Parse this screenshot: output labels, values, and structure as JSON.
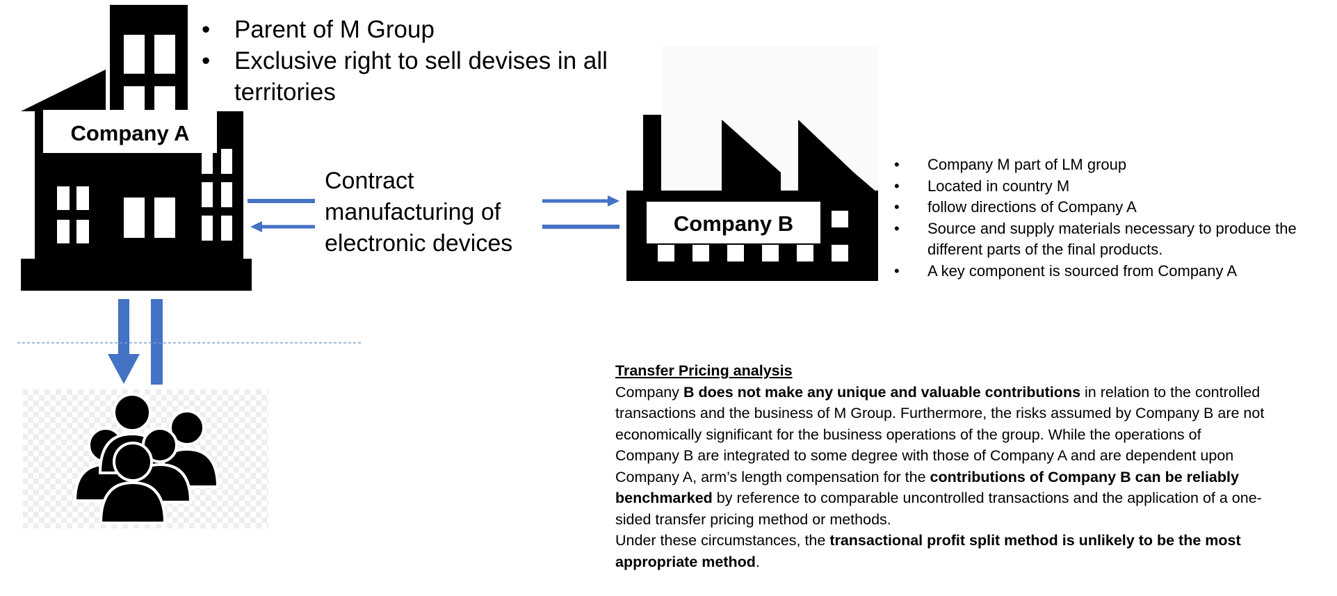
{
  "company_a": {
    "label": "Company A",
    "bullets": [
      "Parent of M Group",
      "Exclusive right to sell devises in all territories"
    ]
  },
  "company_b": {
    "label": "Company B",
    "bullets": [
      "Company M part of LM group",
      "Located in country M",
      "follow directions of Company A",
      "Source and supply materials necessary to produce the different parts of the final products.",
      "A key component is sourced from Company A"
    ]
  },
  "contract_label": "Contract manufacturing of electronic devices",
  "analysis": {
    "heading": "Transfer Pricing analysis",
    "p1": {
      "t1": "Company ",
      "b1": "B does not make any unique and valuable contributions",
      "t2": " in relation to the controlled transactions and the business of M Group. Furthermore, the risks assumed by Company B are not economically significant for the business operations of the group. While the operations of Company B are integrated to some degree with those of Company A and are dependent upon Company A, arm’s length compensation for the ",
      "b2": "contributions of Company B can be reliably benchmarked",
      "t3": " by reference to comparable uncontrolled transactions and the application of a one-sided transfer pricing method or methods."
    },
    "p2": {
      "t1": "Under these circumstances, the ",
      "b1": "transactional profit split method is unlikely to be the most appropriate method",
      "t2": "."
    }
  },
  "colors": {
    "arrow": "#4472C4",
    "label_text": "#2F5597",
    "icon": "#000000"
  }
}
